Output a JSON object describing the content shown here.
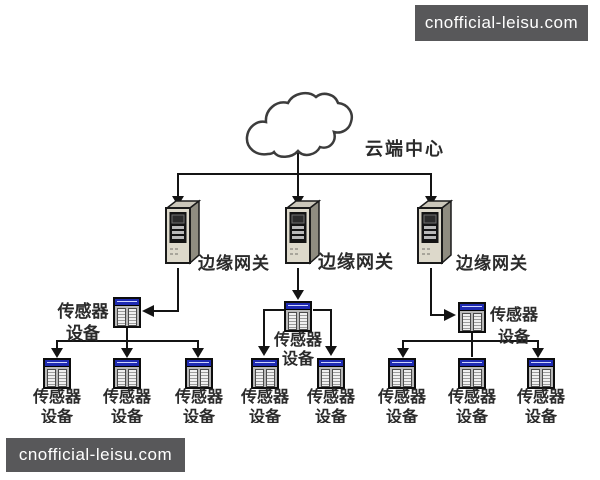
{
  "watermarks": {
    "top_right": "cnofficial-leisu.com",
    "bottom_left": "cnofficial-leisu.com"
  },
  "cloud": {
    "label": "云端中心"
  },
  "gateways": [
    {
      "label": "边缘网关"
    },
    {
      "label": "边缘网关"
    },
    {
      "label": "边缘网关"
    }
  ],
  "hubs": [
    {
      "line1": "传感器",
      "line2": "设备"
    },
    {
      "line1": "传感器",
      "line2": "设备"
    },
    {
      "line1": "传感器",
      "line2": "设备"
    }
  ],
  "nodes": [
    {
      "line1": "传感器",
      "line2": "设备"
    },
    {
      "line1": "传感器",
      "line2": "设备"
    },
    {
      "line1": "传感器",
      "line2": "设备"
    },
    {
      "line1": "传感器",
      "line2": "设备"
    },
    {
      "line1": "传感器",
      "line2": "设备"
    },
    {
      "line1": "传感器",
      "line2": "设备"
    },
    {
      "line1": "传感器",
      "line2": "设备"
    },
    {
      "line1": "传感器",
      "line2": "设备"
    }
  ],
  "colors": {
    "line": "#141414",
    "text": "#2b2b2b",
    "watermark_bg": "#58585a",
    "watermark_fg": "#ffffff",
    "device_header_blue": "#1e2ab2",
    "tower_front": "#ddd9cb"
  }
}
